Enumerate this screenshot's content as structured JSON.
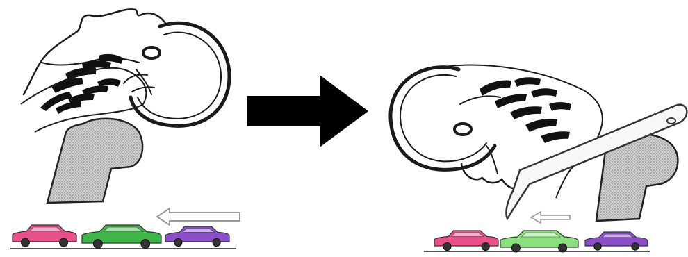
{
  "panels": [
    {
      "id": "before",
      "cars": [
        {
          "color_name": "pink",
          "color": "#e8508a"
        },
        {
          "color_name": "green",
          "color": "#3fb54a"
        },
        {
          "color_name": "purple",
          "color": "#8a4fc8"
        }
      ],
      "motion_arrow": "left"
    },
    {
      "id": "after",
      "cars": [
        {
          "color_name": "pink",
          "color": "#e8508a"
        },
        {
          "color_name": "green",
          "color": "#8be07e"
        },
        {
          "color_name": "purple",
          "color": "#8a4fc8"
        }
      ],
      "motion_arrow": "left"
    }
  ],
  "transition_arrow": {
    "direction": "right",
    "color": "#000000"
  },
  "colors": {
    "ink": "#1a1a1a",
    "seat_fill": "#b0b0b0",
    "ground": "#555555"
  }
}
